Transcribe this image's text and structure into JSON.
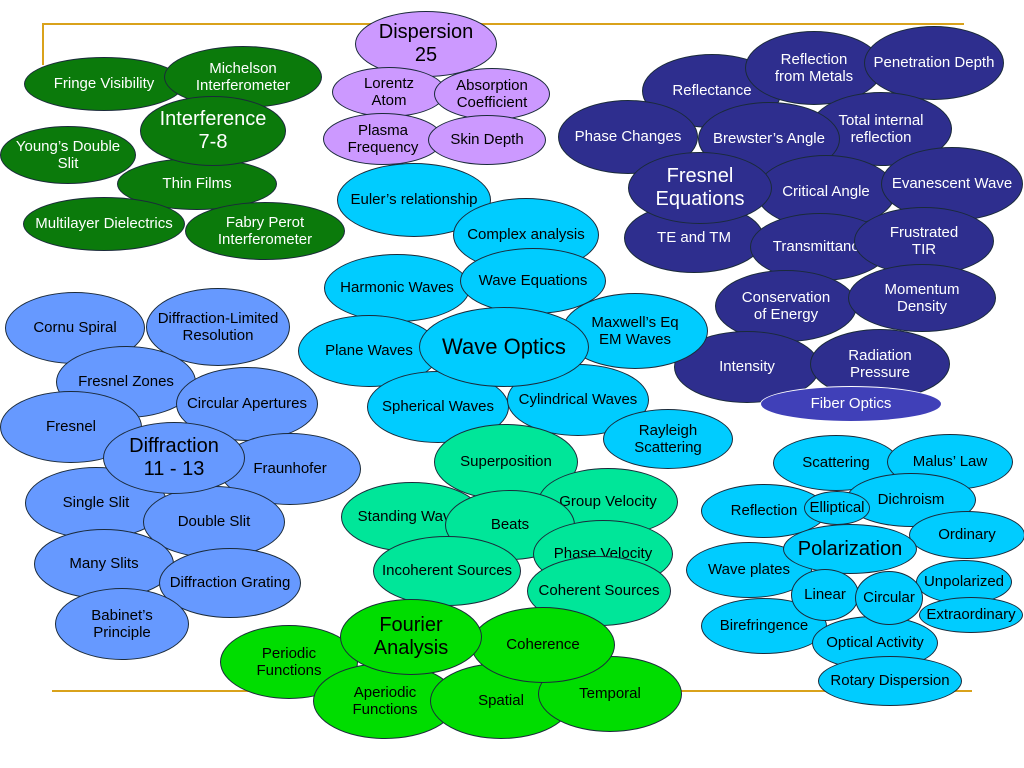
{
  "nodes": [
    {
      "id": "fringe-visibility",
      "text": "Fringe Visibility",
      "group": "interference"
    },
    {
      "id": "michelson",
      "text": "Michelson\nInterferometer",
      "group": "interference"
    },
    {
      "id": "youngs-double-slit",
      "text": "Young’s Double\nSlit",
      "group": "interference"
    },
    {
      "id": "thin-films",
      "text": "Thin Films",
      "group": "interference"
    },
    {
      "id": "multilayer-dielectrics",
      "text": "Multilayer Dielectrics",
      "group": "interference"
    },
    {
      "id": "fabry-perot",
      "text": "Fabry Perot\nInterferometer",
      "group": "interference"
    },
    {
      "id": "interference-hub",
      "text": "Interference\n7-8",
      "group": "interference"
    },
    {
      "id": "dispersion-hub",
      "text": "Dispersion\n25",
      "group": "dispersion"
    },
    {
      "id": "lorentz-atom",
      "text": "Lorentz\nAtom",
      "group": "dispersion"
    },
    {
      "id": "absorption-coefficient",
      "text": "Absorption\nCoefficient",
      "group": "dispersion"
    },
    {
      "id": "plasma-frequency",
      "text": "Plasma\nFrequency",
      "group": "dispersion"
    },
    {
      "id": "skin-depth",
      "text": "Skin Depth",
      "group": "dispersion"
    },
    {
      "id": "reflectance",
      "text": "Reflectance",
      "group": "fresnel"
    },
    {
      "id": "reflection-from-metals",
      "text": "Reflection\nfrom Metals",
      "group": "fresnel"
    },
    {
      "id": "penetration-depth",
      "text": "Penetration Depth",
      "group": "fresnel"
    },
    {
      "id": "phase-changes",
      "text": "Phase Changes",
      "group": "fresnel"
    },
    {
      "id": "total-internal-reflection",
      "text": "Total internal\nreflection",
      "group": "fresnel"
    },
    {
      "id": "brewsters-angle",
      "text": "Brewster’s Angle",
      "group": "fresnel"
    },
    {
      "id": "critical-angle",
      "text": "Critical Angle",
      "group": "fresnel"
    },
    {
      "id": "evanescent-wave",
      "text": "Evanescent Wave",
      "group": "fresnel"
    },
    {
      "id": "te-and-tm",
      "text": "TE and TM",
      "group": "fresnel"
    },
    {
      "id": "transmittance",
      "text": "Transmittance",
      "group": "fresnel"
    },
    {
      "id": "frustrated-tir",
      "text": "Frustrated\nTIR",
      "group": "fresnel"
    },
    {
      "id": "conservation-of-energy",
      "text": "Conservation\nof Energy",
      "group": "fresnel"
    },
    {
      "id": "momentum-density",
      "text": "Momentum\nDensity",
      "group": "fresnel"
    },
    {
      "id": "intensity",
      "text": "Intensity",
      "group": "fresnel"
    },
    {
      "id": "radiation-pressure",
      "text": "Radiation\nPressure",
      "group": "fresnel"
    },
    {
      "id": "fiber-optics",
      "text": "Fiber Optics",
      "group": "fresnel"
    },
    {
      "id": "fresnel-hub",
      "text": "Fresnel\nEquations",
      "group": "fresnel"
    },
    {
      "id": "eulers-relationship",
      "text": "Euler’s relationship",
      "group": "wave"
    },
    {
      "id": "complex-analysis",
      "text": "Complex analysis",
      "group": "wave"
    },
    {
      "id": "harmonic-waves",
      "text": "Harmonic Waves",
      "group": "wave"
    },
    {
      "id": "wave-equations",
      "text": "Wave Equations",
      "group": "wave"
    },
    {
      "id": "maxwells-eq",
      "text": "Maxwell’s Eq\nEM Waves",
      "group": "wave"
    },
    {
      "id": "plane-waves",
      "text": "Plane Waves",
      "group": "wave"
    },
    {
      "id": "spherical-waves",
      "text": "Spherical Waves",
      "group": "wave"
    },
    {
      "id": "cylindrical-waves",
      "text": "Cylindrical Waves",
      "group": "wave"
    },
    {
      "id": "rayleigh-scattering",
      "text": "Rayleigh\nScattering",
      "group": "wave"
    },
    {
      "id": "wave-optics-hub",
      "text": "Wave Optics",
      "group": "wave"
    },
    {
      "id": "cornu-spiral",
      "text": "Cornu Spiral",
      "group": "diffraction"
    },
    {
      "id": "diffraction-limited",
      "text": "Diffraction-Limited\nResolution",
      "group": "diffraction"
    },
    {
      "id": "fresnel-zones",
      "text": "Fresnel Zones",
      "group": "diffraction"
    },
    {
      "id": "circular-apertures",
      "text": "Circular Apertures",
      "group": "diffraction"
    },
    {
      "id": "fresnel",
      "text": "Fresnel",
      "group": "diffraction"
    },
    {
      "id": "fraunhofer",
      "text": "Fraunhofer",
      "group": "diffraction"
    },
    {
      "id": "single-slit",
      "text": "Single Slit",
      "group": "diffraction"
    },
    {
      "id": "double-slit",
      "text": "Double Slit",
      "group": "diffraction"
    },
    {
      "id": "many-slits",
      "text": "Many Slits",
      "group": "diffraction"
    },
    {
      "id": "diffraction-grating",
      "text": "Diffraction Grating",
      "group": "diffraction"
    },
    {
      "id": "babinets-principle",
      "text": "Babinet’s\nPrinciple",
      "group": "diffraction"
    },
    {
      "id": "diffraction-hub",
      "text": "Diffraction\n11 - 13",
      "group": "diffraction"
    },
    {
      "id": "superposition",
      "text": "Superposition",
      "group": "superposition"
    },
    {
      "id": "group-velocity",
      "text": "Group Velocity",
      "group": "superposition"
    },
    {
      "id": "standing-waves",
      "text": "Standing Waves",
      "group": "superposition"
    },
    {
      "id": "beats",
      "text": "Beats",
      "group": "superposition"
    },
    {
      "id": "phase-velocity",
      "text": "Phase Velocity",
      "group": "superposition"
    },
    {
      "id": "incoherent-sources",
      "text": "Incoherent Sources",
      "group": "superposition"
    },
    {
      "id": "coherent-sources",
      "text": "Coherent Sources",
      "group": "superposition"
    },
    {
      "id": "periodic-functions",
      "text": "Periodic\nFunctions",
      "group": "fourier"
    },
    {
      "id": "aperiodic-functions",
      "text": "Aperiodic\nFunctions",
      "group": "fourier"
    },
    {
      "id": "spatial",
      "text": "Spatial",
      "group": "fourier"
    },
    {
      "id": "temporal",
      "text": "Temporal",
      "group": "fourier"
    },
    {
      "id": "coherence",
      "text": "Coherence",
      "group": "fourier"
    },
    {
      "id": "fourier-hub",
      "text": "Fourier\nAnalysis",
      "group": "fourier"
    },
    {
      "id": "scattering",
      "text": "Scattering",
      "group": "polarization"
    },
    {
      "id": "malus-law",
      "text": "Malus’ Law",
      "group": "polarization"
    },
    {
      "id": "reflection",
      "text": "Reflection",
      "group": "polarization"
    },
    {
      "id": "dichroism",
      "text": "Dichroism",
      "group": "polarization"
    },
    {
      "id": "ordinary",
      "text": "Ordinary",
      "group": "polarization"
    },
    {
      "id": "wave-plates",
      "text": "Wave plates",
      "group": "polarization"
    },
    {
      "id": "unpolarized",
      "text": "Unpolarized",
      "group": "polarization"
    },
    {
      "id": "extraordinary",
      "text": "Extraordinary",
      "group": "polarization"
    },
    {
      "id": "birefringence",
      "text": "Birefringence",
      "group": "polarization"
    },
    {
      "id": "optical-activity",
      "text": "Optical Activity",
      "group": "polarization"
    },
    {
      "id": "rotary-dispersion",
      "text": "Rotary Dispersion",
      "group": "polarization"
    },
    {
      "id": "polarization-hub",
      "text": "Polarization",
      "group": "polarization"
    },
    {
      "id": "elliptical",
      "text": "Elliptical",
      "group": "polarization"
    },
    {
      "id": "linear",
      "text": "Linear",
      "group": "polarization"
    },
    {
      "id": "circular",
      "text": "Circular",
      "group": "polarization"
    }
  ],
  "colors": {
    "interference": {
      "fill": "#0b7a0b",
      "text": "#ffffff"
    },
    "dispersion": {
      "fill": "#cc99ff",
      "text": "#000000"
    },
    "fresnel": {
      "fill": "#2e2e8e",
      "text": "#ffffff"
    },
    "fiber": {
      "fill": "#4040b8",
      "text": "#ffffff"
    },
    "wave": {
      "fill": "#00ccff",
      "text": "#000000"
    },
    "diffraction": {
      "fill": "#6699ff",
      "text": "#000000"
    },
    "superposition": {
      "fill": "#00e699",
      "text": "#000000"
    },
    "fourier": {
      "fill": "#00dd00",
      "text": "#000000"
    },
    "polarization": {
      "fill": "#00ccff",
      "text": "#000000"
    },
    "rule_line": "#d9a21b"
  }
}
